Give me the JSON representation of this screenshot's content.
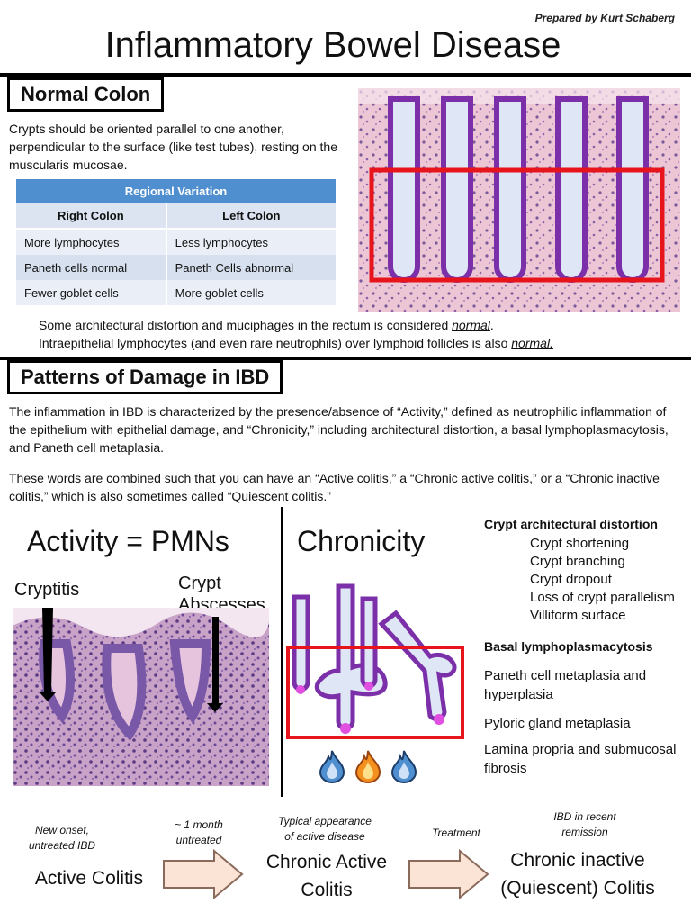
{
  "header": {
    "prepared_by": "Prepared by Kurt Schaberg",
    "title": "Inflammatory Bowel Disease"
  },
  "normal": {
    "heading": "Normal Colon",
    "intro": "Crypts should be oriented parallel to one another, perpendicular to the surface (like test tubes), resting on the muscularis mucosae.",
    "table": {
      "title": "Regional Variation",
      "columns": [
        "Right Colon",
        "Left Colon"
      ],
      "rows": [
        [
          "More lymphocytes",
          "Less lymphocytes"
        ],
        [
          "Paneth cells normal",
          "Paneth Cells abnormal"
        ],
        [
          "Fewer goblet cells",
          "More goblet cells"
        ]
      ]
    },
    "note1_a": "Some architectural distortion and muciphages in the rectum is considered ",
    "note1_b": "normal",
    "note1_c": ".",
    "note2_a": "Intraepithelial lymphocytes (and even rare neutrophils) over lymphoid follicles is also ",
    "note2_b": "normal."
  },
  "patterns": {
    "heading": "Patterns of Damage in IBD",
    "para1": "The inflammation in IBD is characterized by the presence/absence of “Activity,” defined as neutrophilic inflammation of the epithelium with epithelial damage, and “Chronicity,” including architectural distortion, a basal lymphoplasmacytosis, and Paneth cell metaplasia.",
    "para2": "These words are combined such that you can have an “Active colitis,” a “Chronic active colitis,” or a “Chronic inactive colitis,” which is also sometimes called “Quiescent colitis.”",
    "activity_title": "Activity = PMNs",
    "cryptitis_label": "Cryptitis",
    "abscess_label_1": "Crypt",
    "abscess_label_2": "Abscesses",
    "chronicity_title": "Chronicity",
    "distortion_head": "Crypt architectural distortion",
    "distortion_items": [
      "Crypt shortening",
      "Crypt branching",
      "Crypt dropout",
      "Loss of crypt parallelism",
      "Villiform surface"
    ],
    "basal_head": "Basal lymphoplasmacytosis",
    "paneth_1": "Paneth cell metaplasia and",
    "paneth_2": "hyperplasia",
    "pyloric": "Pyloric gland metaplasia",
    "lamina_1": "Lamina propria and submucosal",
    "lamina_2": "fibrosis"
  },
  "flow": {
    "note_new_onset_1": "New onset,",
    "note_new_onset_2": "untreated IBD",
    "note_month_1": "~ 1 month",
    "note_month_2": "untreated",
    "note_typical_1": "Typical appearance",
    "note_typical_2": "of active disease",
    "note_treatment": "Treatment",
    "note_recent_1": "IBD in recent",
    "note_recent_2": "remission",
    "active": "Active Colitis",
    "chronic_active_1": "Chronic Active",
    "chronic_active_2": "Colitis",
    "inactive_1": "Chronic inactive",
    "inactive_2": "(Quiescent) Colitis"
  },
  "colors": {
    "crypt_outline": "#7b2fa8",
    "crypt_fill": "#dfe6f5",
    "highlight_box": "#e8141c",
    "paneth_pink": "#e04fe0",
    "arrow_fill": "#fbe3d6",
    "arrow_stroke": "#8a6a5a",
    "table_header": "#4f8fd0"
  }
}
